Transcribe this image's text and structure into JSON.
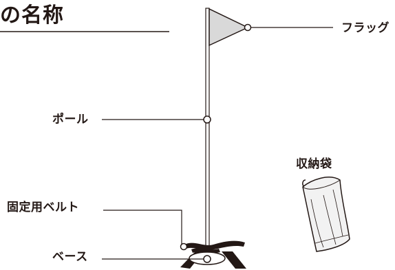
{
  "title": "の名称",
  "labels": {
    "flag": "フラッグ",
    "pole": "ポール",
    "bag": "収納袋",
    "belt": "固定用ベルト",
    "base": "ベース"
  },
  "colors": {
    "ink": "#231815",
    "flag_fill": "#d9d9d9",
    "bag_fill": "#f2f2f2",
    "background": "#ffffff"
  }
}
